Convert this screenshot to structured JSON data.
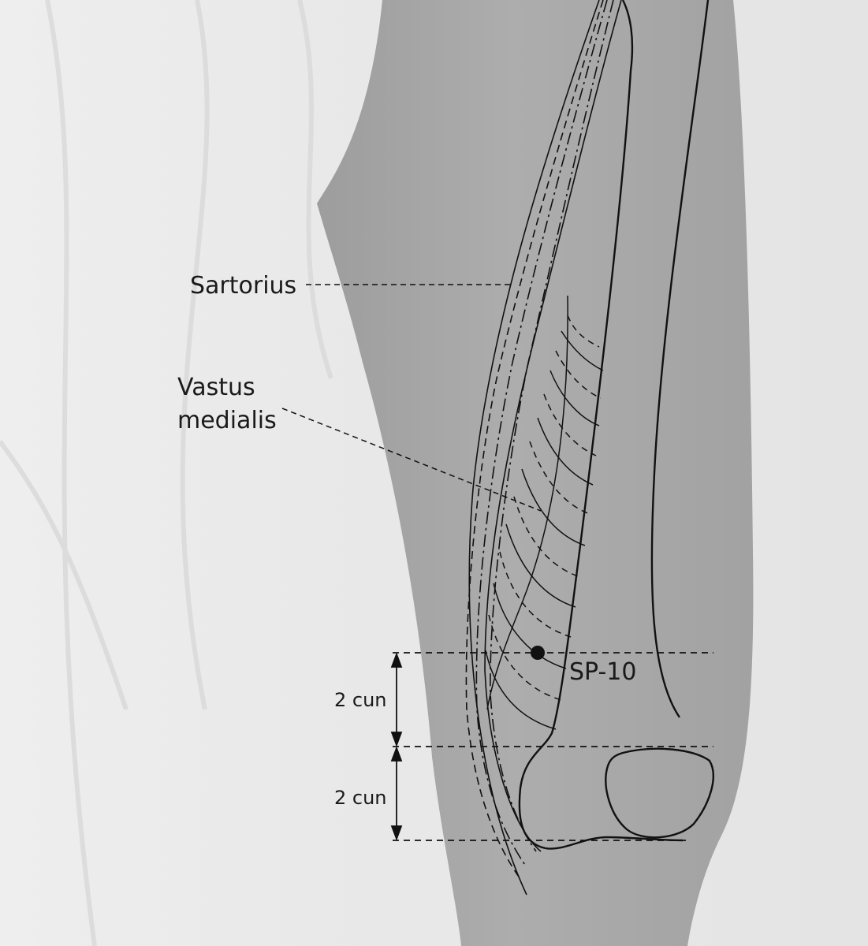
{
  "labels": {
    "sartorius": "Sartorius",
    "vastus_line1": "Vastus",
    "vastus_line2": "medialis",
    "point": "SP-10",
    "measure_upper": "2 cun",
    "measure_lower": "2 cun"
  },
  "colors": {
    "background": "#e6e6e6",
    "thigh": "#a9a9a9",
    "ink": "#111111"
  }
}
